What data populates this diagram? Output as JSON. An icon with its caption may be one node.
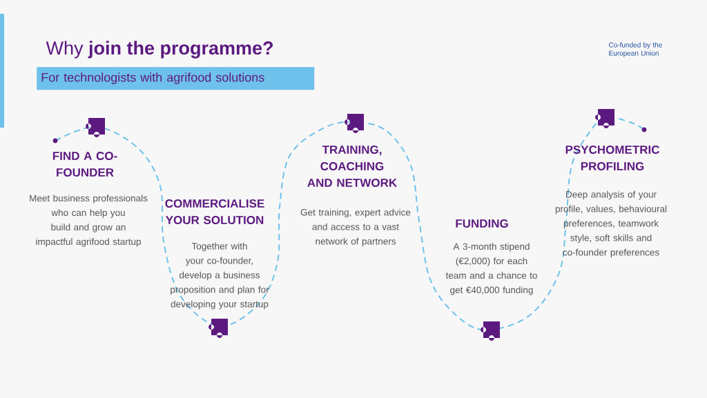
{
  "diagram": {
    "title": "Why **join the programme?**",
    "nodes": [
      {
        "text": [
          "For technologists with agrifood solutions"
        ]
      }
    ],
    "labels": [
      "Co-funded by the European Union",
      "FIND A CO-FOUNDER",
      "Meet business professionals who can help you build and grow an impactful agrifood startup",
      "COMMERCIALISE YOUR SOLUTION",
      "Together with your co-founder, develop a business proposition and plan for developing your startup",
      "TRAINING, COACHING AND NETWORK",
      "Get training, expert advice and access to a vast network of partners",
      "FUNDING",
      "A 3-month stipend (€2,000) for each team and a chance to get €40,000 funding",
      "PSYCHOMETRIC PROFILING",
      "Deep analysis of your profile, values, behavioural preferences, teamwork style, soft skills and co-founder preferences"
    ]
  }
}
